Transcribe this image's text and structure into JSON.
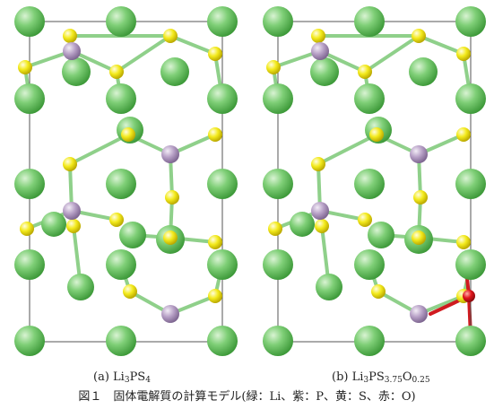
{
  "panels": [
    {
      "id": "a",
      "label_prefix": "(a) Li",
      "sub1": "3",
      "mid1": "PS",
      "sub2": "4",
      "mid2": "",
      "sub3": ""
    },
    {
      "id": "b",
      "label_prefix": "(b) Li",
      "sub1": "3",
      "mid1": "PS",
      "sub2": "3.75",
      "mid2": "O",
      "sub3": "0.25"
    }
  ],
  "figure_caption": "図１　固体電解質の計算モデル(緑：Li、紫：P、黄：S、赤：O)",
  "colors": {
    "li": "#6fc66a",
    "p": "#b7a0c6",
    "s": "#f1ea16",
    "o": "#e0151c",
    "cell_border": "#555555"
  }
}
